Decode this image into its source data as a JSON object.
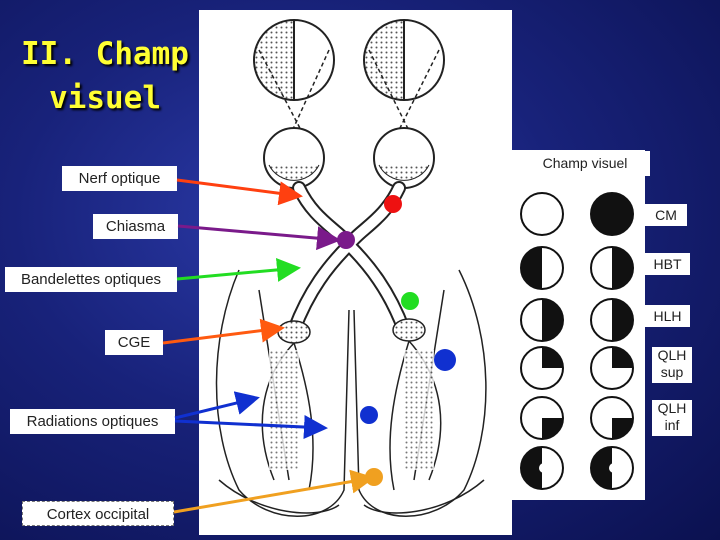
{
  "title": "II. Champ\nvisuel",
  "left_labels": {
    "nerf_optique": "Nerf optique",
    "chiasma": "Chiasma",
    "bandelettes": "Bandelettes optiques",
    "cge": "CGE",
    "radiations": "Radiations optiques",
    "cortex": "Cortex occipital"
  },
  "field_panel": {
    "heading": "Champ visuel",
    "rows": [
      {
        "label": "CM"
      },
      {
        "label": "HBT"
      },
      {
        "label": "HLH"
      },
      {
        "label": "QLH\nsup"
      },
      {
        "label": "QLH\ninf"
      }
    ]
  },
  "colors": {
    "background": "#18227a",
    "title": "#ffff33",
    "nerf_optique": "#ff4010",
    "chiasma": "#7a1a8a",
    "bandelettes": "#22dd22",
    "cge": "#ff5a10",
    "radiations": "#1030d0",
    "cortex": "#f0a020",
    "lesion_red": "#ee1111"
  }
}
